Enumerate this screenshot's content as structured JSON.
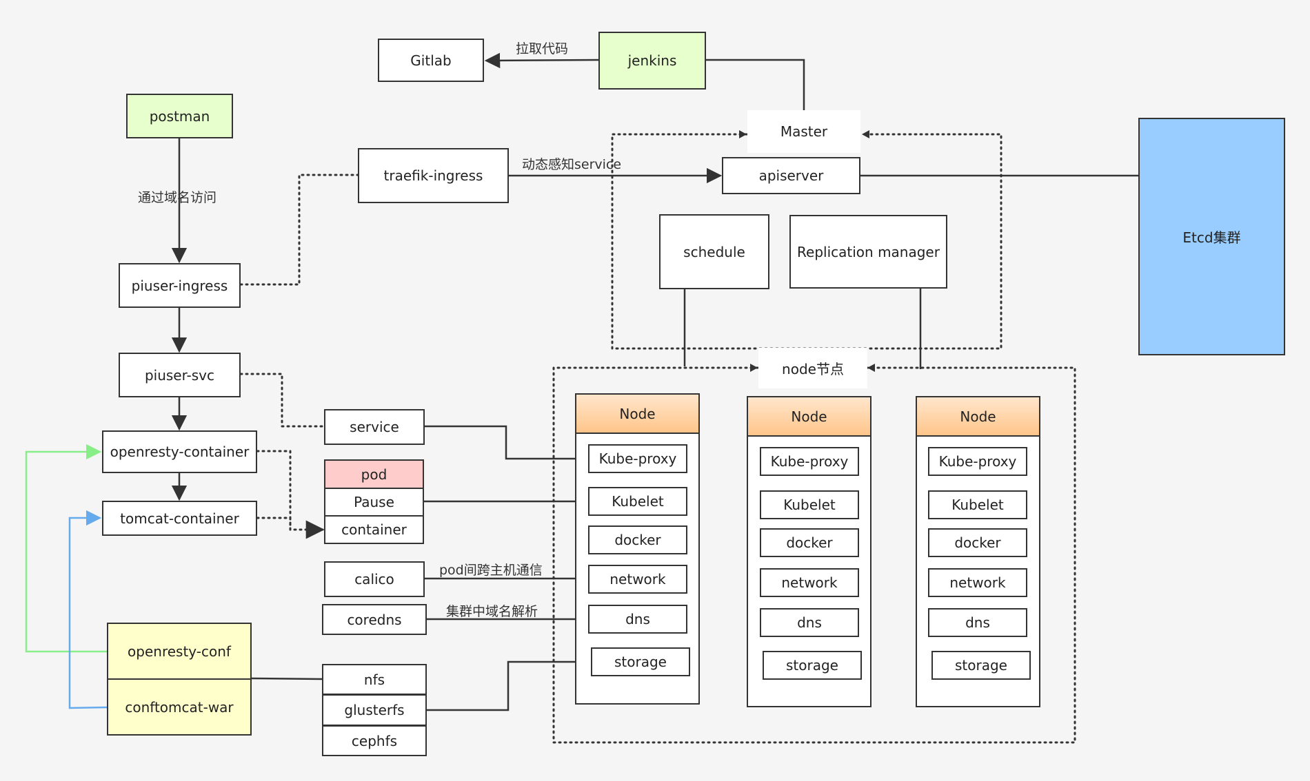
{
  "colors": {
    "line": "#333333",
    "green_box": "#e6ffcc",
    "yellow_box": "#ffffcc",
    "pink_box": "#ffcccc",
    "blue_box": "#99ccff",
    "node_header": "#ffc58a",
    "green_arrow": "#88ee88",
    "blue_arrow": "#66aaee"
  },
  "boxes": {
    "gitlab": "Gitlab",
    "jenkins": "jenkins",
    "postman": "postman",
    "traefik_ingress": "traefik-ingress",
    "master": "Master",
    "apiserver": "apiserver",
    "schedule": "schedule",
    "replication_manager": "Replication manager",
    "etcd": "Etcd集群",
    "piuser_ingress": "piuser-ingress",
    "piuser_svc": "piuser-svc",
    "openresty_container": "openresty-container",
    "tomcat_container": "tomcat-container",
    "service": "service",
    "pod": "pod",
    "pause": "Pause",
    "container": "container",
    "calico": "calico",
    "coredns": "coredns",
    "nfs": "nfs",
    "glusterfs": "glusterfs",
    "cephfs": "cephfs",
    "openresty_conf": "openresty-conf",
    "conftomcat_war": "conftomcat-war",
    "node_group": "node节点"
  },
  "edge_labels": {
    "pull_code": "拉取代码",
    "domain_access": "通过域名访问",
    "dynamic_service": "动态感知service",
    "pod_cross_host": "pod间跨主机通信",
    "cluster_dns": "集群中域名解析"
  },
  "nodes": [
    {
      "title": "Node",
      "components": [
        "Kube-proxy",
        "Kubelet",
        "docker",
        "network",
        "dns",
        "storage"
      ]
    },
    {
      "title": "Node",
      "components": [
        "Kube-proxy",
        "Kubelet",
        "docker",
        "network",
        "dns",
        "storage"
      ]
    },
    {
      "title": "Node",
      "components": [
        "Kube-proxy",
        "Kubelet",
        "docker",
        "network",
        "dns",
        "storage"
      ]
    }
  ]
}
